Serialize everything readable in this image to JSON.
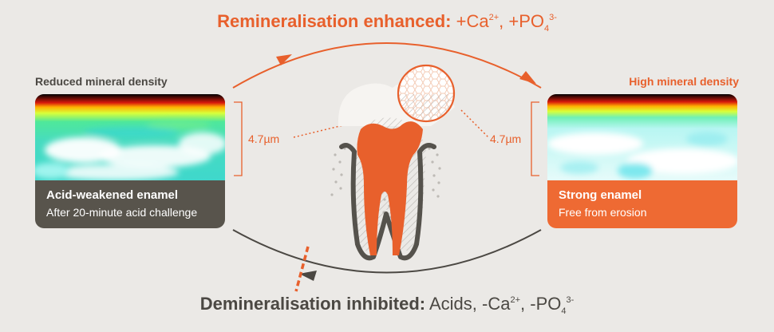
{
  "top_label": {
    "bold": "Remineralisation enhanced:",
    "ca": "+Ca",
    "ca_charge": "2+",
    "po": ", +PO",
    "po_sub": "4",
    "po_charge": "3-"
  },
  "bottom_label": {
    "bold": "Demineralisation inhibited:",
    "acids": "Acids, -Ca",
    "ca_charge": "2+",
    "po": ", -PO",
    "po_sub": "4",
    "po_charge": "3-"
  },
  "left_panel": {
    "density_label": "Reduced mineral density",
    "title": "Acid-weakened enamel",
    "subtitle": "After 20-minute acid challenge",
    "measure": "4.7µm"
  },
  "right_panel": {
    "density_label": "High mineral density",
    "title": "Strong enamel",
    "subtitle": "Free from erosion",
    "measure": "4.7µm"
  },
  "colors": {
    "orange": "#e8602c",
    "dark": "#4b4843",
    "left_card": "#58544c",
    "right_card": "#ee6a33",
    "background": "#ebe9e6"
  },
  "icons": [
    "tooth-illustration",
    "magnifier-circle",
    "arrow-head",
    "bracket"
  ]
}
